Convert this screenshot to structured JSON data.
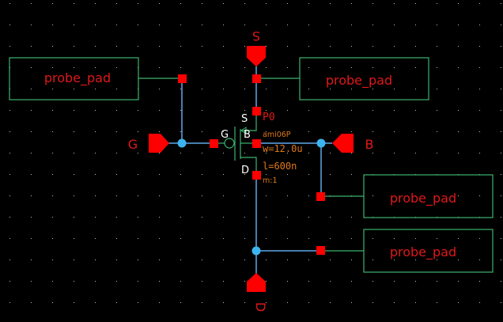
{
  "colors": {
    "background": "#000000",
    "grid_dot": "#bdbdbd",
    "wire": "#5fa8e8",
    "junction": "#3cb4f0",
    "pin": "#ff0000",
    "instance_border": "#3cb46e",
    "label_red": "#e01818",
    "param_text": "#e07818",
    "terminal_text": "#ffffff"
  },
  "schematic": {
    "pins": [
      {
        "name": "S",
        "direction": "down",
        "label": "S"
      },
      {
        "name": "D",
        "direction": "up",
        "label": "D"
      },
      {
        "name": "G",
        "direction": "right",
        "label": "G"
      },
      {
        "name": "B",
        "direction": "left",
        "label": "B"
      }
    ],
    "transistor": {
      "instance_name": "P0",
      "model": "ami06P",
      "width": "w=12.0u",
      "length": "l=600n",
      "multiplier": "m:1",
      "terminals": {
        "source": "S",
        "gate": "G",
        "bulk": "B",
        "drain": "D"
      }
    },
    "probe_pads": [
      {
        "label": "probe_pad",
        "connects_to": "G"
      },
      {
        "label": "probe_pad",
        "connects_to": "S"
      },
      {
        "label": "probe_pad",
        "connects_to": "B"
      },
      {
        "label": "probe_pad",
        "connects_to": "D"
      }
    ]
  }
}
